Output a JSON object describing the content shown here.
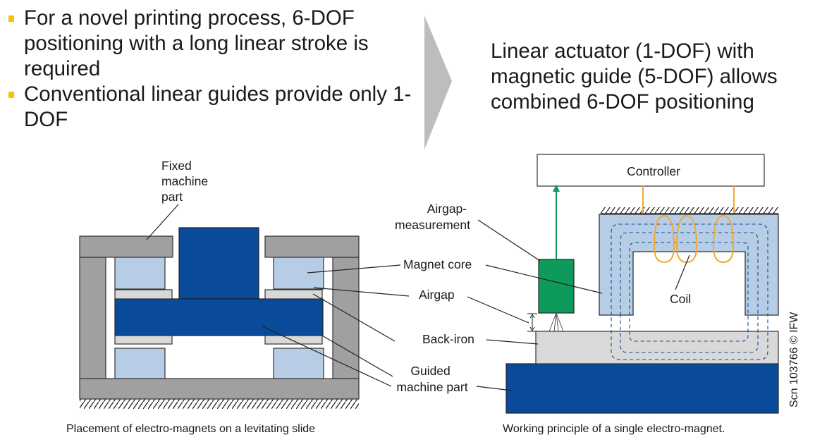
{
  "bullets": [
    "For a novel printing process, 6-DOF positioning with a long linear stroke is required",
    "Conventional linear guides provide only 1-DOF"
  ],
  "conclusion": "Linear actuator (1-DOF) with magnetic guide (5-DOF) allows combined 6-DOF positioning",
  "left_diagram": {
    "label_fixed": [
      "Fixed",
      "machine",
      "part"
    ],
    "label_guided": [
      "Guided",
      "machine part"
    ],
    "caption": "Placement of electro-magnets on a levitating slide"
  },
  "right_diagram": {
    "controller": "Controller",
    "label_airgap_meas": [
      "Airgap-",
      "measurement"
    ],
    "label_magnet_core": "Magnet core",
    "label_airgap": "Airgap",
    "label_back_iron": "Back-iron",
    "label_coil": "Coil",
    "copyright": "Scn 103766 © IFW",
    "caption": "Working principle of a single electro-magnet."
  },
  "colors": {
    "dark_blue": "#0a4a9a",
    "light_blue": "#b7cde6",
    "grey_frame": "#a0a0a0",
    "light_grey": "#d9d9d9",
    "sensor_green": "#0e9a5a",
    "coil_orange": "#f0a830",
    "bullet_yellow": "#f5c400"
  }
}
